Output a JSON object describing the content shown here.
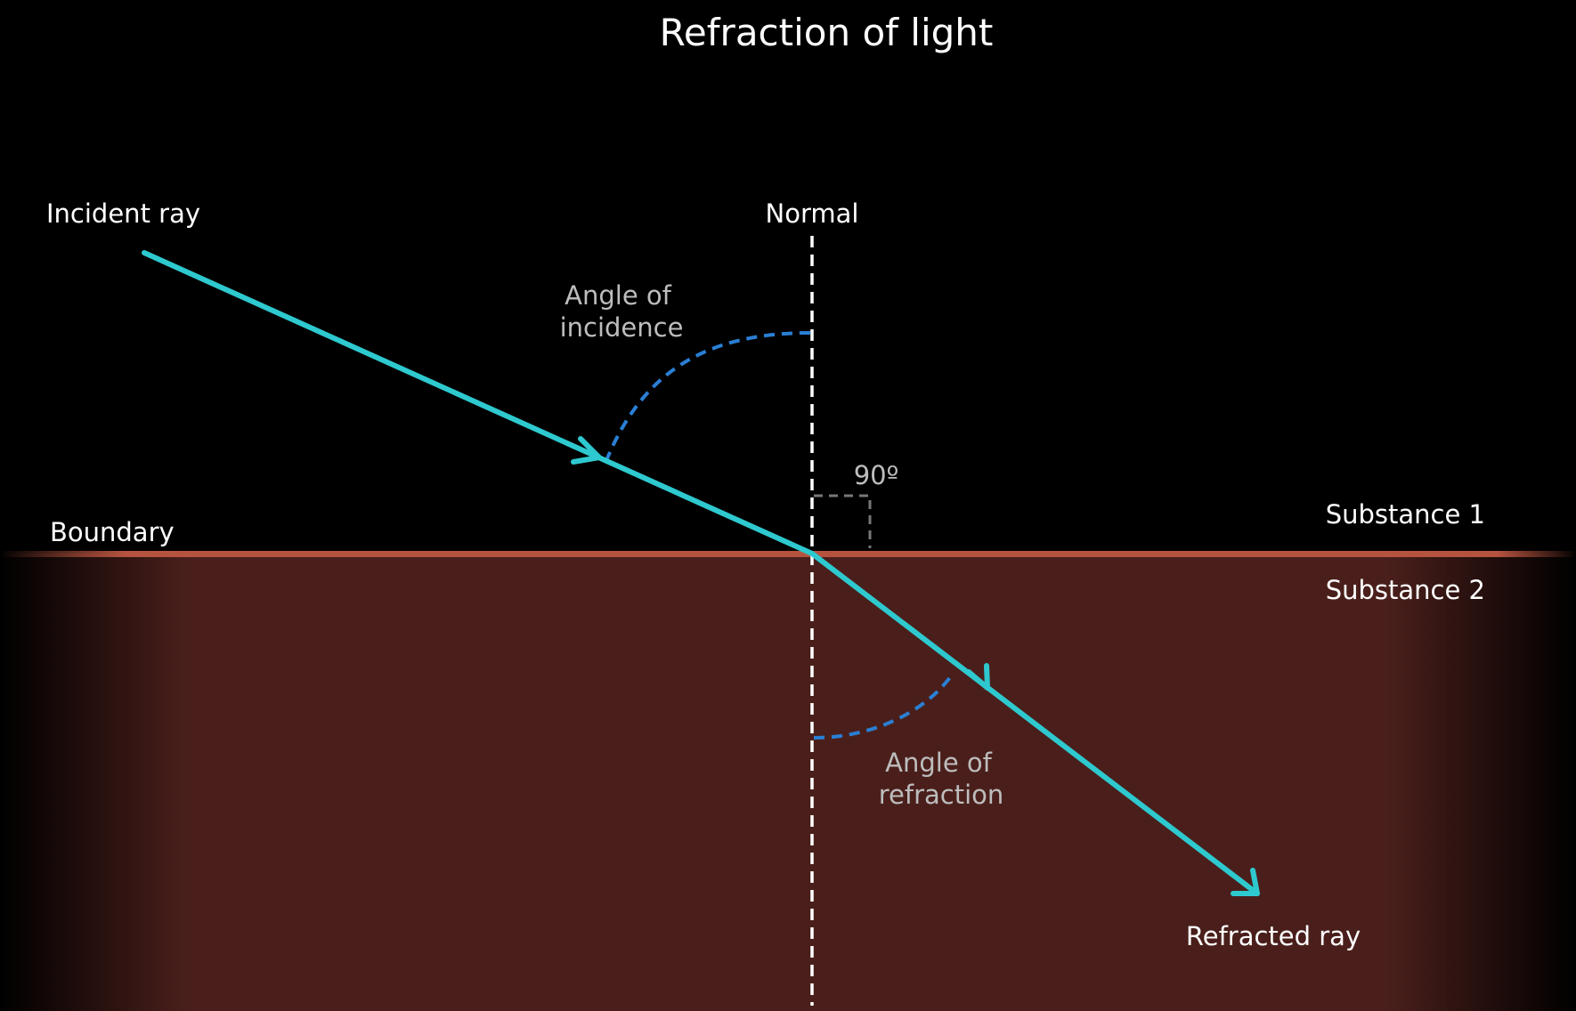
{
  "title": "Refraction of light",
  "labels": {
    "incident_ray": "Incident ray",
    "normal": "Normal",
    "angle_of_incidence_line1": "Angle of",
    "angle_of_incidence_line2": "incidence",
    "right_angle": "90º",
    "boundary": "Boundary",
    "substance_1": "Substance 1",
    "substance_2": "Substance 2",
    "angle_of_refraction_line1": "Angle of",
    "angle_of_refraction_line2": "refraction",
    "refracted_ray": "Refracted ray"
  },
  "colors": {
    "background": "#000000",
    "substance_2_fill": "#4a1f1b",
    "boundary_line": "#b5533f",
    "ray": "#2ec9cf",
    "angle_arc": "#2a7fd4",
    "normal_line": "#ffffff",
    "right_angle_marker": "#777777",
    "label_text": "#ffffff",
    "angle_label_text": "#bdbdbd"
  }
}
